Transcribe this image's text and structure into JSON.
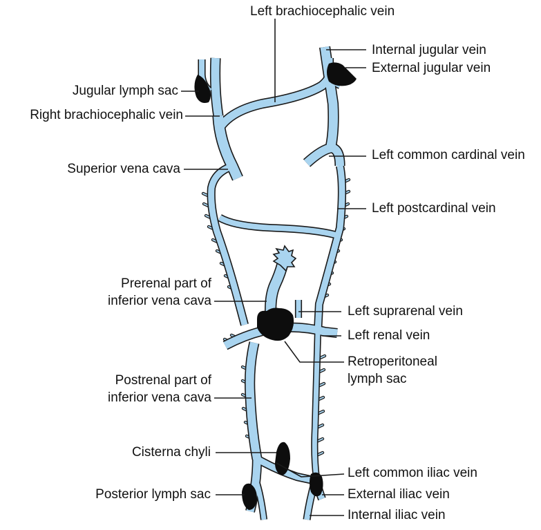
{
  "colors": {
    "vein_fill": "#a9d4ef",
    "vein_stroke": "#1a1a1a",
    "lymph_sac": "#0d0d0d",
    "leader_line": "#1a1a1a",
    "text": "#111111"
  },
  "labels": {
    "left_brachiocephalic": "Left brachiocephalic vein",
    "internal_jugular": "Internal jugular vein",
    "external_jugular": "External jugular vein",
    "jugular_lymph_sac": "Jugular lymph sac",
    "right_brachiocephalic": "Right brachiocephalic vein",
    "superior_vena_cava": "Superior vena cava",
    "left_common_cardinal": "Left common cardinal vein",
    "left_postcardinal": "Left postcardinal vein",
    "prerenal_ivc_line1": "Prerenal part of",
    "prerenal_ivc_line2": "inferior vena cava",
    "left_suprarenal": "Left suprarenal vein",
    "left_renal": "Left renal vein",
    "retroperitoneal_line1": "Retroperitoneal",
    "retroperitoneal_line2": "lymph sac",
    "postrenal_ivc_line1": "Postrenal part of",
    "postrenal_ivc_line2": "inferior vena cava",
    "cisterna_chyli": "Cisterna chyli",
    "left_common_iliac": "Left common iliac vein",
    "posterior_lymph_sac": "Posterior lymph sac",
    "external_iliac": "External iliac vein",
    "internal_iliac": "Internal iliac vein"
  }
}
